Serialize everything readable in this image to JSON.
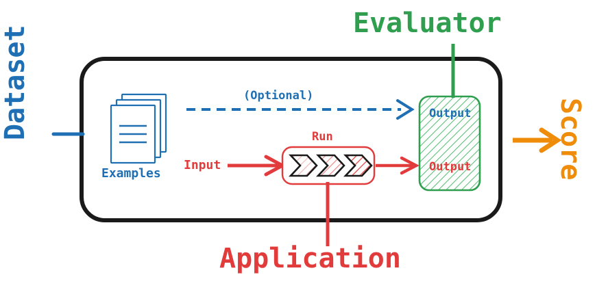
{
  "diagram": {
    "title": "Evaluation pipeline diagram",
    "colors": {
      "blue": "#1f6fb4",
      "red": "#e23b3b",
      "green": "#2f9e4f",
      "orange": "#ef8c0a",
      "black": "#1a1a1a",
      "white": "#ffffff"
    },
    "labels": {
      "dataset": "Dataset",
      "evaluator": "Evaluator",
      "application": "Application",
      "score": "Score",
      "examples": "Examples",
      "input": "Input",
      "run": "Run",
      "optional": "(Optional)",
      "output_from_dataset": "Output",
      "output_from_application": "Output"
    },
    "icons": {
      "documents_stack": "documents-stack-icon",
      "chevron_pipeline": "chevron-pipeline-icon"
    },
    "edges": {
      "dataset_connector": "dataset-to-container-line",
      "optional_arrow": "dataset-to-evaluator-dashed-arrow",
      "input_arrow": "examples-to-run-arrow",
      "run_output_arrow": "run-to-evaluator-arrow",
      "evaluator_connector": "evaluator-label-line",
      "application_connector": "application-label-line",
      "score_arrow": "evaluator-to-score-arrow"
    }
  }
}
